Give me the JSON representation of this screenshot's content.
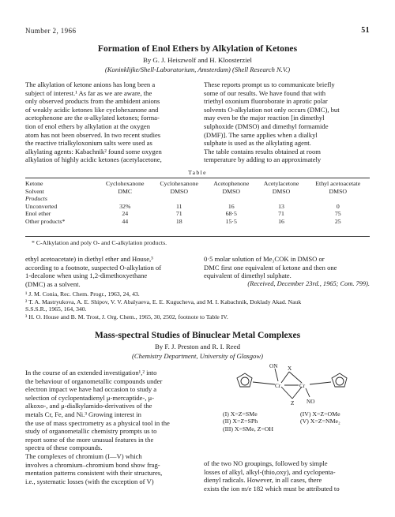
{
  "running_head": {
    "left": "Number 2, 1966",
    "right": "51"
  },
  "article1": {
    "title": "Formation of Enol Ethers by Alkylation of Ketones",
    "authors": "By G. J. Heiszwolf and H. Kloosterziel",
    "affiliation": "(Koninklijke/Shell-Laboratorium, Amsterdam) (Shell Research N.V.)",
    "left_col": [
      "The alkylation of ketone anions has long been a",
      "subject of interest.¹ As far as we are aware, the",
      "only observed products from the ambident anions",
      "of weakly acidic ketones like cyclohexanone and",
      "acetophenone are the α-alkylated ketones; forma-",
      "tion of enol ethers by alkylation at the oxygen",
      "atom has not been observed. In two recent studies",
      "the reactive trialkyloxonium salts were used as",
      "alkylating agents: Kabachnik² found some oxygen",
      "alkylation of highly acidic ketones (acetylacetone,"
    ],
    "right_col": [
      "These reports prompt us to communicate briefly",
      "some of our results. We have found that with",
      "triethyl oxonium fluoroborate in aprotic polar",
      "solvents O-alkylation not only occurs (DMC), but",
      "may even be the major reaction [in dimethyl",
      "sulphoxide (DMSO) and dimethyl formamide",
      "(DMF)]. The same applies when a dialkyl",
      "sulphate is used as the alkylating agent.",
      "The table contains results obtained at room",
      "temperature by adding to an approximately"
    ],
    "table": {
      "caption": "Table",
      "headers": [
        "Ketone",
        "Cyclohexanone",
        "Cyclohexanone",
        "Acetophenone",
        "Acetylacetone",
        "Ethyl acetoacetate"
      ],
      "solvent_row": [
        "Solvent",
        "DMC",
        "DMSO",
        "DMSO",
        "DMSO",
        "DMSO"
      ],
      "products_label": "Products",
      "rows": [
        [
          "Unconverted",
          "32%",
          "11",
          "16",
          "13",
          "0"
        ],
        [
          "Enol ether",
          "24",
          "71",
          "68·5",
          "71",
          "75"
        ],
        [
          "Other products*",
          "44",
          "18",
          "15·5",
          "16",
          "25"
        ]
      ],
      "footnote": "* C-Alkylation and poly O- and C-alkylation products."
    },
    "cont_left": [
      "ethyl acetoacetate) in diethyl ether and House,³",
      "according to a footnote, suspected O-alkylation of",
      "1-decalone when using 1,2-dimethoxyethane",
      "(DMC) as a solvent."
    ],
    "cont_right": [
      "0·5 molar solution of Me₃COK in DMSO or",
      "DMC first one equivalent of ketone and then one",
      "equivalent of dimethyl sulphate."
    ],
    "received": "(Received, December 23rd., 1965; Com. 799).",
    "references": [
      "¹ J. M. Conia, Rec. Chem. Progr., 1963, 24, 43.",
      "² T. A. Mastryukova, A. E. Shipov, V. V. Abalyaeva, E. E. Kugucheva, and M. I. Kabachnik, Doklady Akad. Nauk",
      "S.S.S.R., 1965, 164, 340.",
      "³ H. O. House and B. M. Trost, J. Org. Chem., 1965, 30, 2502, footnote to Table IV."
    ]
  },
  "article2": {
    "title": "Mass-spectral Studies of Binuclear Metal Complexes",
    "authors": "By F. J. Preston and R. I. Reed",
    "affiliation": "(Chemistry Department, University of Glasgow)",
    "left_col": [
      "In the course of an extended investigation¹,² into",
      "the behaviour of organometallic compounds under",
      "electron impact we have had occasion to study a",
      "selection of cyclopentadienyl μ-mercaptide-, μ-",
      "alkoxo-, and μ-dialkylamido-derivatives of the",
      "metals Cr, Fe, and Ni.³ Growing interest in",
      "the use of mass spectrometry as a physical tool in the",
      "study of organometallic chemistry prompts us to",
      "report some of the more unusual features in the",
      "spectra of these compounds.",
      "   The complexes of chromium (I—V) which",
      "involves a chromium–chromium bond show frag-",
      "mentation patterns consistent with their structures,",
      "i.e., systematic losses (with the exception of V)"
    ],
    "formula_labels": {
      "on": "ON",
      "no": "NO",
      "metal": "Cr",
      "bridge_x": "X",
      "bridge_z": "Z"
    },
    "ligands": [
      {
        "a": "(I)      X=Z=SMe",
        "b": "(IV)   X=Z=OMe"
      },
      {
        "a": "(II)     X=Z=SPh",
        "b": "(V)    X=Z=NMe₂"
      },
      {
        "a": "(III)    X=SMe, Z=OH",
        "b": ""
      }
    ],
    "right_col": [
      "of the two NO groupings, followed by simple",
      "losses of alkyl, alkyl-(thio,oxy), and cyclopenta-",
      "dienyl radicals. However, in all cases, there",
      "exists the ion m/e 182 which must be attributed to"
    ]
  }
}
